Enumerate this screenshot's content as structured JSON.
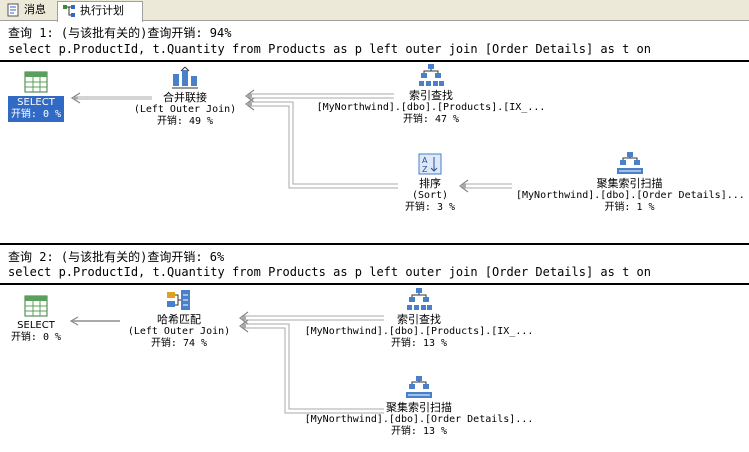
{
  "tabs": [
    {
      "label": "消息",
      "icon": "messages-icon",
      "active": false
    },
    {
      "label": "执行计划",
      "icon": "execution-plan-icon",
      "active": true
    }
  ],
  "queries": [
    {
      "header": "查询 1: (与该批有关的)查询开销: 94%",
      "sql": "select p.ProductId, t.Quantity from Products as p left outer join [Order Details] as t on",
      "nodes": {
        "select": {
          "label": "SELECT",
          "cost": "开销: 0 %"
        },
        "join": {
          "label": "合并联接",
          "sub": "(Left Outer Join)",
          "cost": "开销: 49 %"
        },
        "seek": {
          "label": "索引查找",
          "sub": "[MyNorthwind].[dbo].[Products].[IX_...",
          "cost": "开销: 47 %"
        },
        "sort": {
          "label": "排序",
          "sub": "(Sort)",
          "cost": "开销: 3 %"
        },
        "scan": {
          "label": "聚集索引扫描",
          "sub": "[MyNorthwind].[dbo].[Order Details]...",
          "cost": "开销: 1 %"
        }
      }
    },
    {
      "header": "查询 2: (与该批有关的)查询开销: 6%",
      "sql": "select p.ProductId, t.Quantity from Products as p left outer join [Order Details] as t on",
      "nodes": {
        "select": {
          "label": "SELECT",
          "cost": "开销: 0 %"
        },
        "join": {
          "label": "哈希匹配",
          "sub": "(Left Outer Join)",
          "cost": "开销: 74 %"
        },
        "seek": {
          "label": "索引查找",
          "sub": "[MyNorthwind].[dbo].[Products].[IX_...",
          "cost": "开销: 13 %"
        },
        "scan": {
          "label": "聚集索引扫描",
          "sub": "[MyNorthwind].[dbo].[Order Details]...",
          "cost": "开销: 13 %"
        }
      }
    }
  ]
}
